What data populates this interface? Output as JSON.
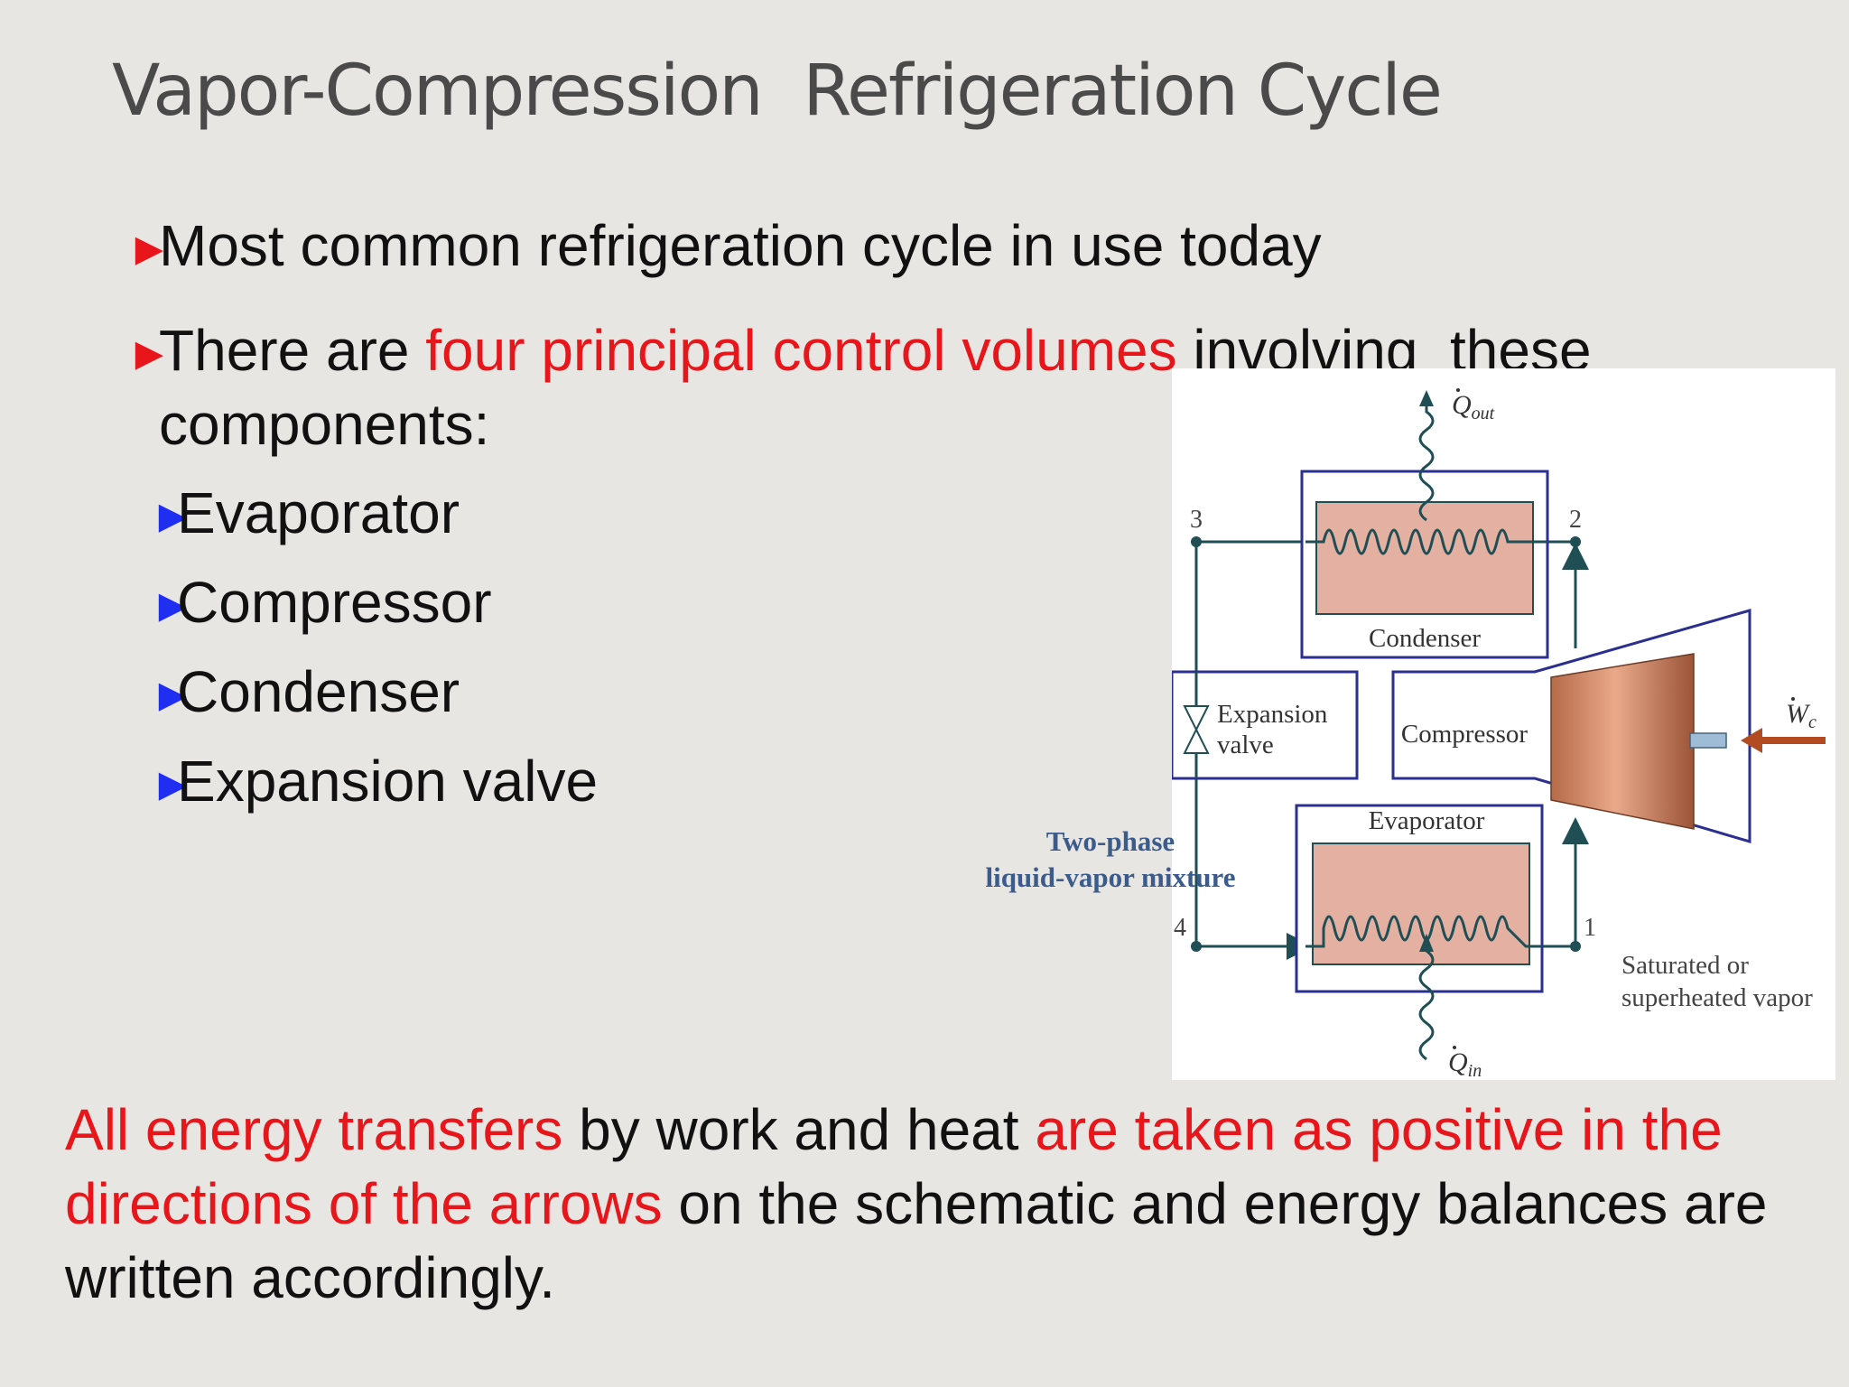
{
  "title": "Vapor-Compression  Refrigeration Cycle",
  "bullets": {
    "b1": "Most common refrigeration cycle in use today",
    "b2_pre": "There are ",
    "b2_red": "four principal control volumes",
    "b2_post": " involving  these",
    "b2_line2": "components:"
  },
  "components": [
    "Evaporator",
    "Compressor",
    "Condenser",
    "Expansion valve"
  ],
  "footer": {
    "red1": "All energy transfers",
    "t1": " by work and heat ",
    "red2": "are taken as positive in the directions of the arrows",
    "t2": " on the schematic and energy balances are written accordingly."
  },
  "diagram": {
    "q_out": "Q",
    "q_out_sub": "out",
    "q_in": "Q",
    "q_in_sub": "in",
    "w_c": "W",
    "w_c_sub": "c",
    "condenser": "Condenser",
    "evaporator": "Evaporator",
    "compressor": "Compressor",
    "expansion_1": "Expansion",
    "expansion_2": "valve",
    "state_1": "1",
    "state_2": "2",
    "state_3": "3",
    "state_4": "4",
    "sat_1": "Saturated or",
    "sat_2": "superheated vapor",
    "two_phase_1": "Two-phase",
    "two_phase_2": "liquid-vapor mixture"
  },
  "colors": {
    "bullet_red": "#e8161b",
    "bullet_blue": "#1f2ef0",
    "box_outline": "#2b2f8f",
    "component_fill": "#e3b0a2",
    "pipe": "#1f4f55"
  }
}
